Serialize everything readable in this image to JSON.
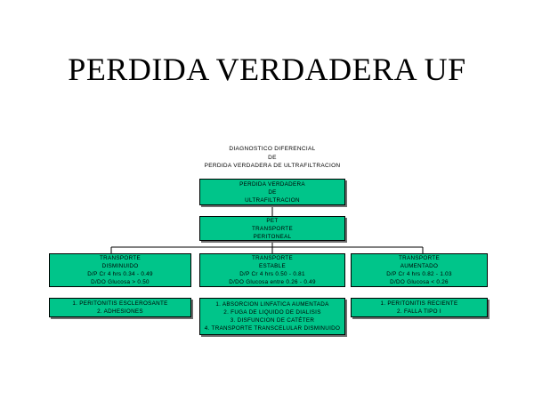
{
  "title": "PERDIDA VERDADERA UF",
  "caption": {
    "line1": "DIAGNOSTICO DIFERENCIAL",
    "line2": "DE",
    "line3": "PERDIDA VERDADERA DE ULTRAFILTRACION"
  },
  "top_box": {
    "line1": "PERDIDA VERDADERA",
    "line2": "DE",
    "line3": "ULTRAFILTRACION"
  },
  "pet_box": {
    "line1": "PET",
    "line2": "TRANSPORTE",
    "line3": "PERITONEAL"
  },
  "branches": [
    {
      "header": [
        "TRANSPORTE",
        "DISMINUIDO",
        "D/P Cr 4 hrs 0.34 - 0.49",
        "D/DO Glucosa > 0.50"
      ],
      "causes": [
        "1. PERITONITIS ESCLEROSANTE",
        "2. ADHESIONES"
      ]
    },
    {
      "header": [
        "TRANSPORTE",
        "ESTABLE",
        "D/P Cr 4 hrs 0.50 - 0.81",
        "D/DO Glucosa entre 0.26 - 0.49"
      ],
      "causes": [
        "1. ABSORCION LINFATICA AUMENTADA",
        "2. FUGA DE LIQUIDO DE DIALISIS",
        "3. DISFUNCION DE CATÉTER",
        "4. TRANSPORTE TRANSCELULAR DISMINUIDO"
      ]
    },
    {
      "header": [
        "TRANSPORTE",
        "AUMENTADO",
        "D/P Cr 4 hrs 0.82 - 1.03",
        "D/DO Glucosa < 0.26"
      ],
      "causes": [
        "1. PERITONITIS RECIENTE",
        "2. FALLA TIPO I"
      ]
    }
  ],
  "colors": {
    "box_fill": "#00c58a",
    "border": "#000000"
  }
}
